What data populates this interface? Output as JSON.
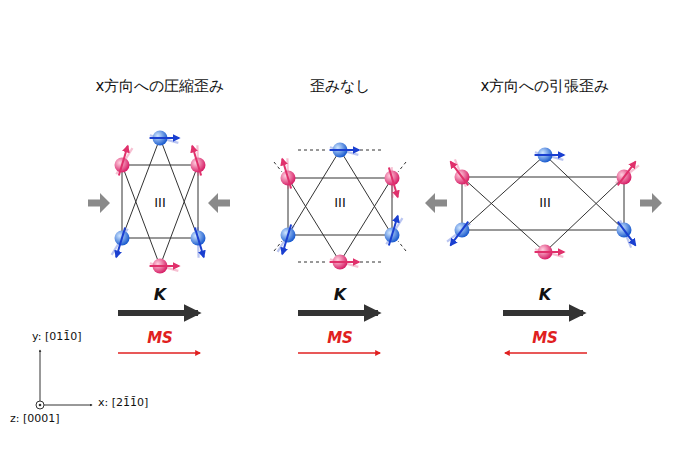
{
  "diagram": {
    "labels": [
      "x方向への圧縮歪み",
      "歪みなし",
      "x方向への引張歪み",
      "III",
      "III",
      "III",
      "K",
      "MS",
      "K",
      "MS",
      "K",
      "MS",
      "y: [011̄0]",
      "x: [21̄1̄0]",
      "z: [0001]"
    ]
  }
}
